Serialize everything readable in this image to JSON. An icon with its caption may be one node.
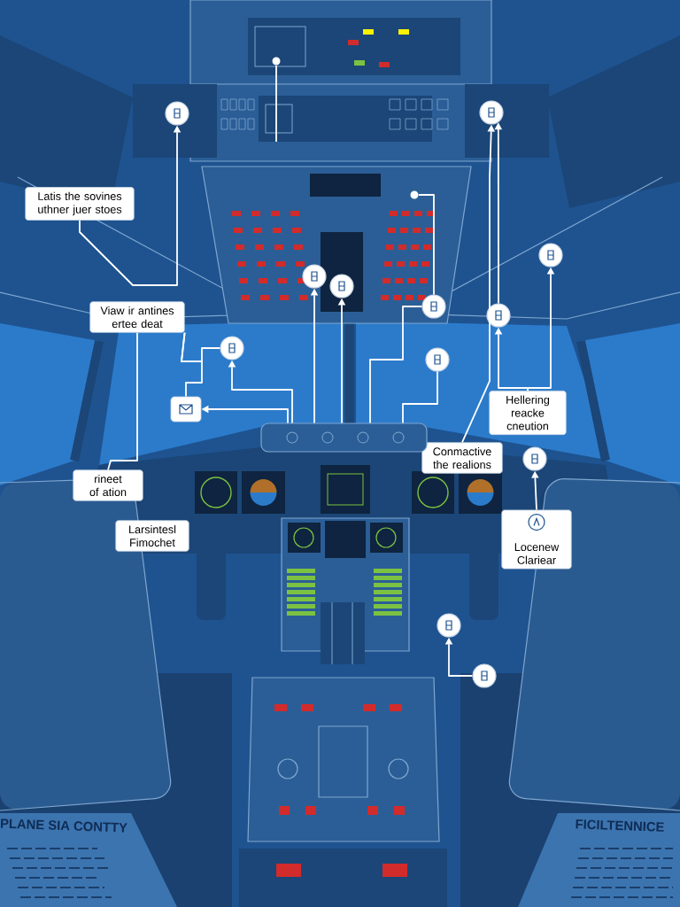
{
  "diagram": {
    "nodes": [
      {
        "text": [
          "Latis the sovines uthner juer stoes"
        ]
      },
      {
        "text": [
          "Viaw ir antines ertee deat"
        ]
      },
      {
        "text": [
          "rineet of ation"
        ]
      },
      {
        "text": [
          "Larsintesl Fimochet"
        ]
      },
      {
        "text": [
          "Conmactive the realions"
        ]
      },
      {
        "text": [
          "Hellering reacke cneution"
        ]
      },
      {
        "text": [
          "Locenew Clariear"
        ]
      },
      {
        "text": [],
        "shape": "circle"
      },
      {
        "text": [],
        "shape": "circle"
      },
      {
        "text": [],
        "shape": "circle"
      },
      {
        "text": [],
        "shape": "circle"
      },
      {
        "text": [],
        "shape": "circle"
      },
      {
        "text": [],
        "shape": "circle"
      },
      {
        "text": [],
        "shape": "circle"
      },
      {
        "text": [],
        "shape": "circle"
      },
      {
        "text": [],
        "shape": "circle"
      },
      {
        "text": [],
        "shape": "box"
      },
      {
        "text": [],
        "shape": "circle"
      },
      {
        "text": [],
        "shape": "circle"
      },
      {
        "text": [],
        "shape": "circle"
      },
      {
        "text": [],
        "shape": "circle"
      },
      {
        "text": [],
        "shape": "circle"
      },
      {
        "text": [],
        "shape": "bar"
      },
      {
        "text": [],
        "shape": "bar"
      },
      {
        "text": [],
        "shape": "bar"
      }
    ],
    "edges": [
      {
        "from": 0,
        "to": 7,
        "arrow": "to"
      },
      {
        "from": 1,
        "to": 2,
        "arrow": "none"
      },
      {
        "from": 1,
        "to": 16,
        "arrow": "none"
      },
      {
        "from": 1,
        "to": 14,
        "arrow": "none"
      },
      {
        "from": 22,
        "to": 16,
        "arrow": "to"
      },
      {
        "from": 22,
        "to": 14,
        "arrow": "to"
      },
      {
        "from": 22,
        "to": 10,
        "arrow": "to"
      },
      {
        "from": 22,
        "to": 11,
        "arrow": "to"
      },
      {
        "from": 21,
        "to": 12,
        "arrow": "none"
      },
      {
        "from": 22,
        "to": 12,
        "arrow": "none"
      },
      {
        "from": 22,
        "to": 15,
        "arrow": "none"
      },
      {
        "from": 4,
        "to": 8,
        "arrow": "to"
      },
      {
        "from": 13,
        "to": 8,
        "arrow": "to"
      },
      {
        "from": 5,
        "to": 13,
        "arrow": "to"
      },
      {
        "from": 5,
        "to": 9,
        "arrow": "to"
      },
      {
        "from": 6,
        "to": 17,
        "arrow": "to"
      },
      {
        "from": 19,
        "to": 18,
        "arrow": "to"
      },
      {
        "from": 20,
        "to": null,
        "arrow": "none"
      }
    ],
    "labels": [
      "PLANE SIA CONTTY",
      "FICILTENNICE"
    ]
  }
}
